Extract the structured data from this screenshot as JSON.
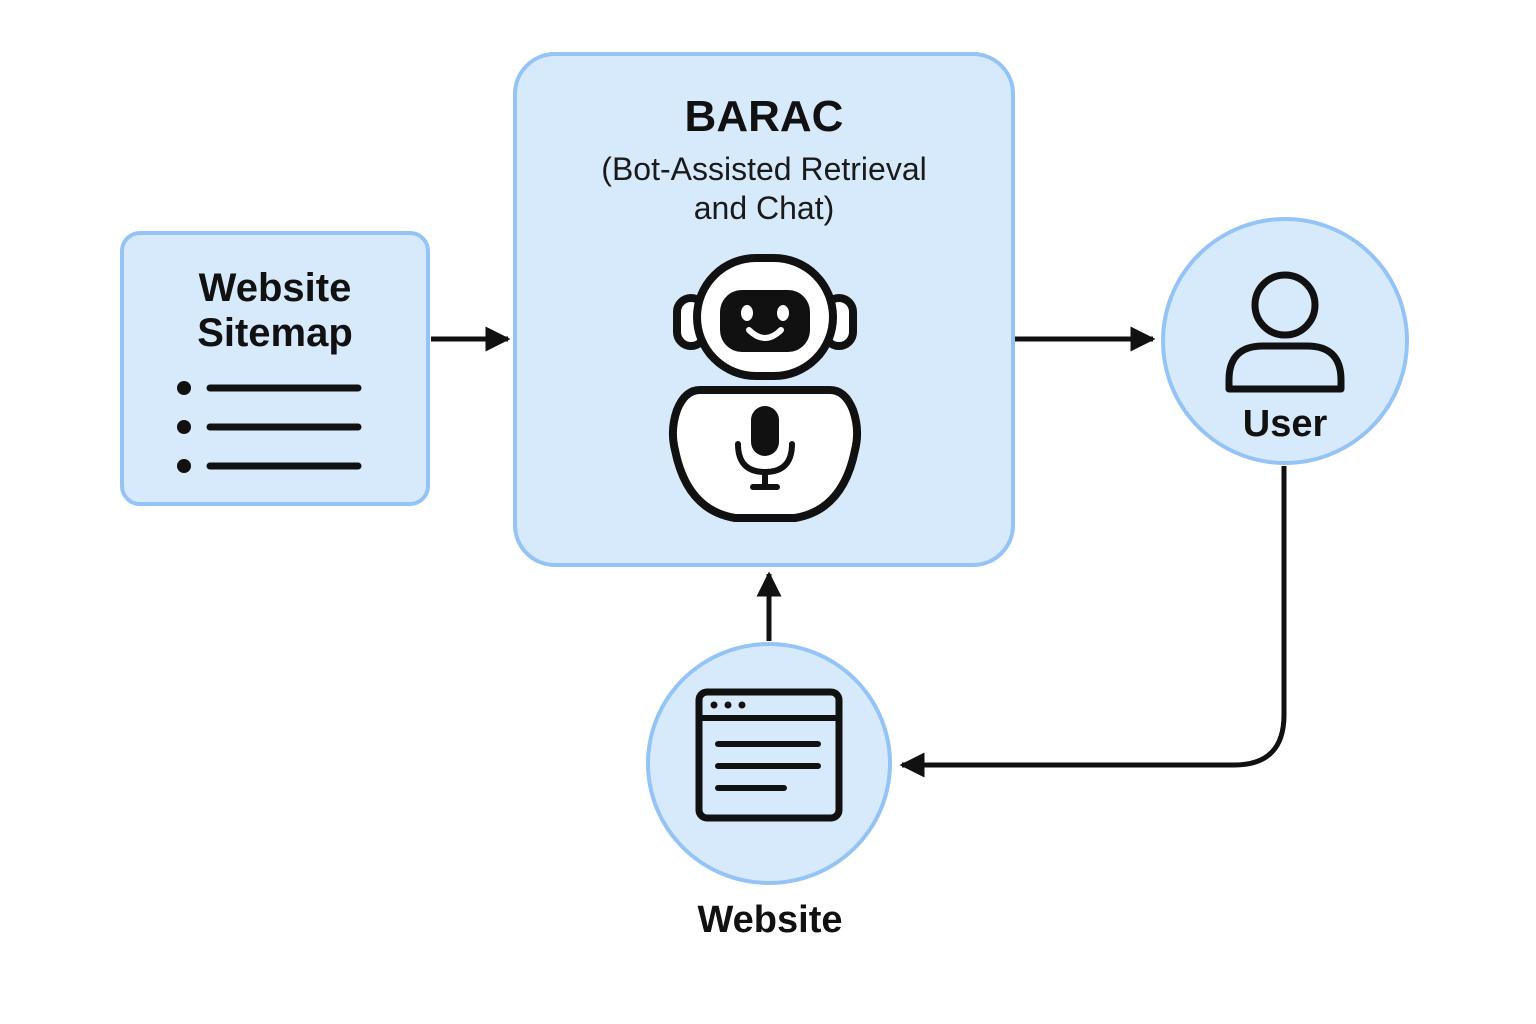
{
  "diagram": {
    "sitemap": {
      "title_line1": "Website",
      "title_line2": "Sitemap",
      "icon": "list-icon"
    },
    "barac": {
      "title": "BARAC",
      "subtitle_line1": "(Bot-Assisted Retrieval",
      "subtitle_line2": "and Chat)",
      "icon": "robot-microphone-icon"
    },
    "user": {
      "label": "User",
      "icon": "person-icon"
    },
    "website": {
      "label": "Website",
      "icon": "browser-window-icon"
    },
    "edges": [
      {
        "from": "Website Sitemap",
        "to": "BARAC"
      },
      {
        "from": "BARAC",
        "to": "User"
      },
      {
        "from": "User",
        "to": "Website"
      },
      {
        "from": "Website",
        "to": "BARAC"
      }
    ],
    "colors": {
      "node_fill": "#d7eafc",
      "node_border": "#94c4f5",
      "ink": "#111111"
    }
  }
}
